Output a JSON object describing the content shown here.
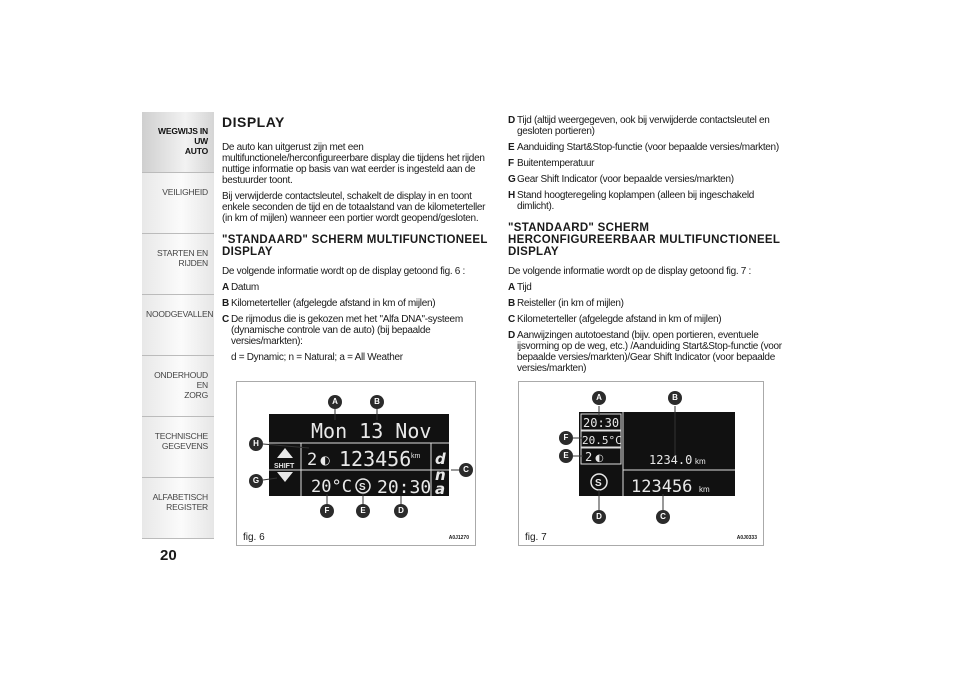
{
  "sidebar": {
    "tabs": [
      {
        "label_1": "WEGWIJS IN UW",
        "label_2": "AUTO"
      },
      {
        "label_1": "VEILIGHEID",
        "label_2": ""
      },
      {
        "label_1": "STARTEN EN RIJDEN",
        "label_2": ""
      },
      {
        "label_1": "NOODGEVALLEN",
        "label_2": ""
      },
      {
        "label_1": "ONDERHOUD EN",
        "label_2": "ZORG"
      },
      {
        "label_1": "TECHNISCHE",
        "label_2": "GEGEVENS"
      },
      {
        "label_1": "ALFABETISCH",
        "label_2": "REGISTER"
      }
    ],
    "page_number": "20"
  },
  "col1": {
    "title": "DISPLAY",
    "p1": "De auto kan uitgerust zijn met een multifunctionele/herconfigureerbare display die tijdens het rijden nuttige informatie op basis van wat eerder is ingesteld aan de bestuurder toont.",
    "p2": "Bij verwijderde contactsleutel, schakelt de display in en toont enkele seconden de tijd en de totaalstand van de kilometerteller (in km of mijlen) wanneer een portier wordt geopend/gesloten.",
    "h_standard": "\"STANDAARD\" SCHERM MULTIFUNCTIONEEL DISPLAY",
    "intro": "De volgende informatie wordt op de display getoond fig. 6 :",
    "items": [
      {
        "k": "A",
        "t": "Datum"
      },
      {
        "k": "B",
        "t": "Kilometerteller (afgelegde afstand in km of mijlen)"
      },
      {
        "k": "C",
        "t": "De rijmodus die is gekozen met het \"Alfa DNA\"-systeem (dynamische controle van de auto) (bij bepaalde versies/markten):"
      }
    ],
    "dna": "d = Dynamic; n = Natural; a = All Weather"
  },
  "col2": {
    "items_top": [
      {
        "k": "D",
        "t": "Tijd (altijd weergegeven, ook bij verwijderde contactsleutel en gesloten portieren)"
      },
      {
        "k": "E",
        "t": "Aanduiding Start&Stop-functie (voor bepaalde versies/markten)"
      },
      {
        "k": "F",
        "t": "Buitentemperatuur"
      },
      {
        "k": "G",
        "t": "Gear Shift Indicator (voor bepaalde versies/markten)"
      },
      {
        "k": "H",
        "t": "Stand hoogteregeling koplampen (alleen bij ingeschakeld dimlicht)."
      }
    ],
    "h_reconf": "\"STANDAARD\" SCHERM HERCONFIGUREERBAAR MULTIFUNCTIONEEL DISPLAY",
    "intro": "De volgende informatie wordt op de display getoond fig. 7 :",
    "items": [
      {
        "k": "A",
        "t": "Tijd"
      },
      {
        "k": "B",
        "t": "Reisteller (in km of mijlen)"
      },
      {
        "k": "C",
        "t": "Kilometerteller (afgelegde afstand in km of mijlen)"
      },
      {
        "k": "D",
        "t": "Aanwijzingen autotoestand (bijv. open portieren, eventuele ijsvorming op de weg, etc.) /Aanduiding Start&Stop-functie (voor bepaalde versies/markten)/Gear Shift Indicator (voor bepaalde versies/markten)"
      }
    ]
  },
  "fig6": {
    "caption": "fig. 6",
    "code": "A0J1270",
    "date": "Mon 13 Nov",
    "odometer": "123456",
    "unit": "km",
    "shift": "SHIFT",
    "temp": "20°C",
    "time": "20:30",
    "headlight": "2",
    "dna_d": "d",
    "dna_n": "n",
    "dna_a": "a",
    "ss": "S",
    "callouts": {
      "A": "A",
      "B": "B",
      "C": "C",
      "D": "D",
      "E": "E",
      "F": "F",
      "G": "G",
      "H": "H"
    }
  },
  "fig7": {
    "caption": "fig. 7",
    "code": "A0J0333",
    "time": "20:30",
    "temp": "20.5°C",
    "headlight": "2",
    "trip": "1234.0",
    "trip_unit": "km",
    "odometer": "123456",
    "odo_unit": "km",
    "ss": "S",
    "callouts": {
      "A": "A",
      "B": "B",
      "C": "C",
      "D": "D",
      "E": "E",
      "F": "F"
    }
  }
}
